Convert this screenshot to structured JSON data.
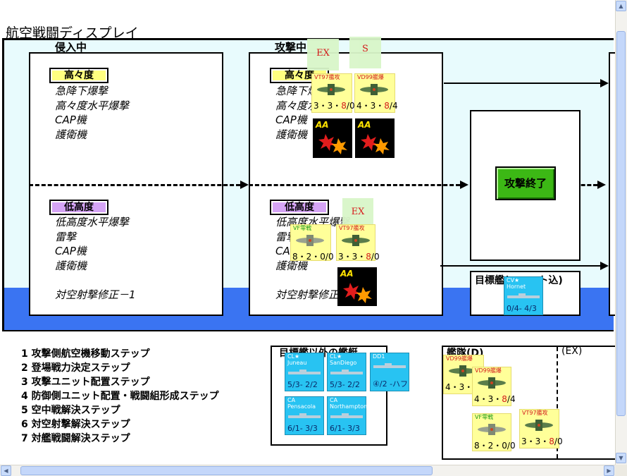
{
  "page": {
    "title": "航空戦闘ディスプレイ"
  },
  "columns": {
    "intrusion": {
      "label": "侵入中"
    },
    "attacking": {
      "label": "攻撃中"
    }
  },
  "altitudes": {
    "high": {
      "label": "高々度",
      "missions": [
        "急降下爆撃",
        "高々度水平爆撃",
        "CAP機",
        "護衛機"
      ]
    },
    "low": {
      "label": "低高度",
      "missions": [
        "低高度水平爆撃",
        "雷撃",
        "CAP機",
        "護衛機"
      ]
    },
    "aa_modifier": "対空射撃修正－1"
  },
  "attack_end_button": "攻撃終了",
  "target_box": {
    "label": "目標艦(ユニット込)"
  },
  "fleet_box": {
    "label": "目標艦以外の艦艇"
  },
  "formation_box": {
    "label": "艦隊(D)",
    "ex_label": "(EX)"
  },
  "tags": {
    "ex": "EX",
    "s": "S"
  },
  "aa_label": "AA",
  "counters": {
    "attack_high_1": {
      "name": "VT97艦攻",
      "stats": [
        "3・3・",
        "8",
        "/0"
      ]
    },
    "attack_high_2": {
      "name": "VD99艦爆",
      "stats": [
        "4・3・",
        "8",
        "/4"
      ]
    },
    "attack_low_1": {
      "name": "VF零戦",
      "stats": [
        "8・2・0/0"
      ]
    },
    "attack_low_2": {
      "name": "VT97艦攻",
      "stats": [
        "3・3・",
        "8",
        "/0"
      ]
    },
    "formation_1": {
      "name": "VD99艦爆",
      "stats": [
        "4・3・",
        "8",
        "/4"
      ]
    },
    "formation_2": {
      "name": "VD99艦爆",
      "stats": [
        "4・3・",
        "8",
        "/4"
      ]
    },
    "formation_3": {
      "name": "VF零戦",
      "stats": [
        "8・2・0/0"
      ]
    },
    "formation_4": {
      "name": "VT97艦攻",
      "stats": [
        "3・3・",
        "8",
        "/0"
      ]
    }
  },
  "ships": {
    "target": {
      "type": "CV★",
      "name": "Hornet",
      "stats": "0/4- 4/3"
    },
    "fleet": [
      {
        "type": "CL★",
        "name": "Juneau",
        "stats": "5/3- 2/2"
      },
      {
        "type": "CL★",
        "name": "SanDiego",
        "stats": "5/3- 2/2"
      },
      {
        "type": "DD1",
        "name": "",
        "stats": "④/2 -ハフ"
      },
      {
        "type": "CA",
        "name": "Pensacola",
        "stats": "6/1- 3/3"
      },
      {
        "type": "CA",
        "name": "Northampton",
        "stats": "6/1- 3/3"
      }
    ]
  },
  "steps": [
    "1  攻撃側航空機移動ステップ",
    "2  登場戦力決定ステップ",
    "3  攻撃ユニット配置ステップ",
    "4  防御側ユニット配置・戦闘組形成ステップ",
    "5  空中戦解決ステップ",
    "6  対空射撃解決ステップ",
    "7  対艦戦闘解決ステップ"
  ],
  "colors": {
    "display_bg": "#e8fbfd",
    "aa_band": "#3a74f2",
    "high_label": "#ffff80",
    "low_label": "#d5a4f5",
    "end_button": "#3cb815",
    "counter": "#ffff99",
    "ship": "#28c3f2"
  }
}
